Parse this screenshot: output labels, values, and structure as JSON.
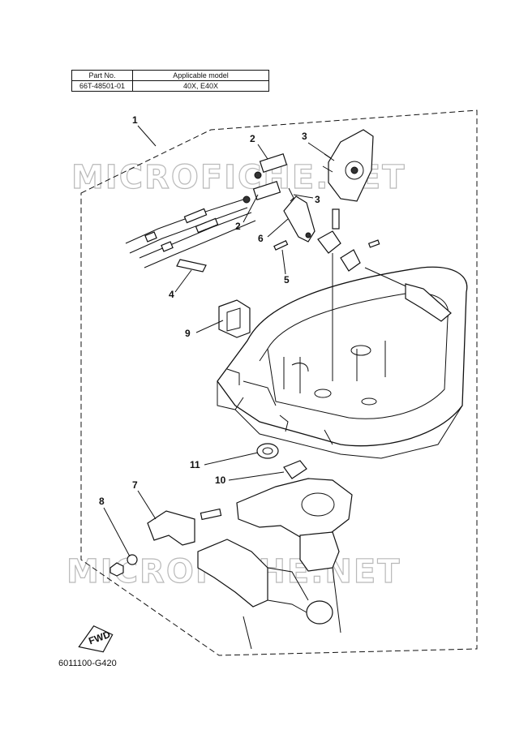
{
  "table": {
    "header_part": "Part No.",
    "header_model": "Applicable model",
    "part_no": "66T-48501-01",
    "model": "40X, E40X"
  },
  "callouts": {
    "c1": "1",
    "c2a": "2",
    "c2b": "2",
    "c3a": "3",
    "c3b": "3",
    "c4": "4",
    "c5": "5",
    "c6": "6",
    "c7": "7",
    "c8": "8",
    "c9": "9",
    "c10": "10",
    "c11": "11"
  },
  "fwd_label": "FWD",
  "watermark": "MICROFICHE.NET",
  "diagram_code": "6011100-G420",
  "colors": {
    "line": "#111111",
    "watermark_outline": "#b9b9b9",
    "background": "#ffffff"
  }
}
